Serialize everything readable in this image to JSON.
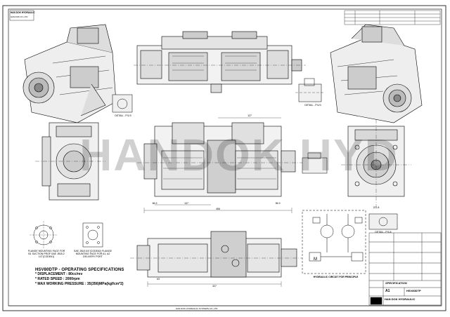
{
  "header": {
    "company_tag": "HAN DOK HYDRAULIC",
    "company_sub": "HAN DOK CO.,LTD"
  },
  "watermark": "HANDOK HYD",
  "specs": {
    "title": "HSV80DTP - OPERATING SPECIFICATIONS",
    "lines": [
      "* DISPLACEMENT : 80cc/rev",
      "* RATED SPEED : 2000rpm",
      "* MAX WORKING PRESSURE : 35(356)MPa(kgf/cm*2)"
    ]
  },
  "captions": {
    "flange_left": "FLANGE MOUNTING FACE FOR B1 SUCTION PROF SAE J518-2 1/2\"(CODE61)",
    "flange_right": "SAE J518 3/4\"(CODE62) FLANGE MOUNTING FACE FOR A1, A2 DELIVERY PORT",
    "detail_top_left": "DETAIL - P/1/3",
    "detail_top_mid": "DETAIL - P/1/3",
    "detail_right": "DETAIL - P/1/4",
    "hydraulic": "HYDRAULIC CIRCUIT FOR PRINCIPLE"
  },
  "dimensions": {
    "bottom_total": "456",
    "bottom_mid": "137",
    "bottom_left": "66.9",
    "bottom_right": "96.9",
    "lower_view_total": "327",
    "lower_view_left": "63",
    "top_ref": "127",
    "right_view": "221.8"
  },
  "title_block": {
    "spec_label": "SPECIFICATION",
    "model": "HSV80DTP",
    "sheet": "A1",
    "company": "HAN DOK HYDRAULIC"
  },
  "footer": "HAN DOK HYDRAULIC SYSTEMS CO.,LTD"
}
